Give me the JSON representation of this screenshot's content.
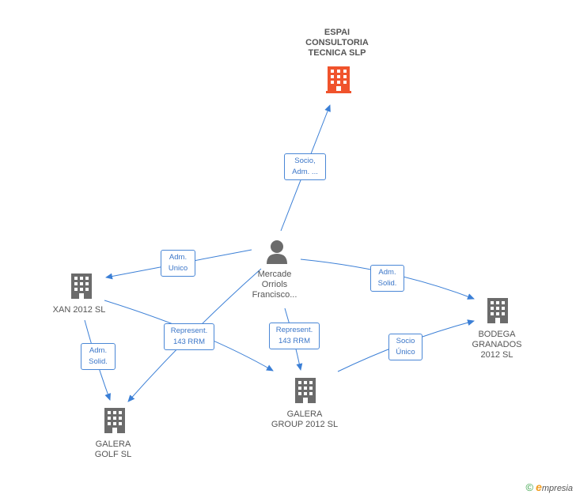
{
  "colors": {
    "edge": "#3b7fd6",
    "building_focus": "#f0532c",
    "building": "#6b6b6b",
    "person": "#6b6b6b"
  },
  "nodes": {
    "espai": {
      "label": "ESPAI\nCONSULTORIA\nTECNICA SLP",
      "icon": "building-icon"
    },
    "mercade": {
      "label": "Mercade\nOrriols\nFrancisco...",
      "icon": "person-icon"
    },
    "xan": {
      "label": "XAN 2012 SL",
      "icon": "building-icon"
    },
    "bodega": {
      "label": "BODEGA\nGRANADOS\n2012  SL",
      "icon": "building-icon"
    },
    "galera_group": {
      "label": "GALERA\nGROUP 2012  SL",
      "icon": "building-icon"
    },
    "galera_golf": {
      "label": "GALERA\nGOLF  SL",
      "icon": "building-icon"
    }
  },
  "edges": {
    "socio_adm": "Socio,\nAdm. ...",
    "adm_unico": "Adm.\nUnico",
    "adm_solid_bodega": "Adm.\nSolid.",
    "adm_solid_xan": "Adm.\nSolid.",
    "represent_1": "Represent.\n143 RRM",
    "represent_2": "Represent.\n143 RRM",
    "socio_unico": "Socio\nÚnico"
  },
  "footer": {
    "copyright": "©",
    "brand_initial": "e",
    "brand_rest": "mpresia"
  }
}
